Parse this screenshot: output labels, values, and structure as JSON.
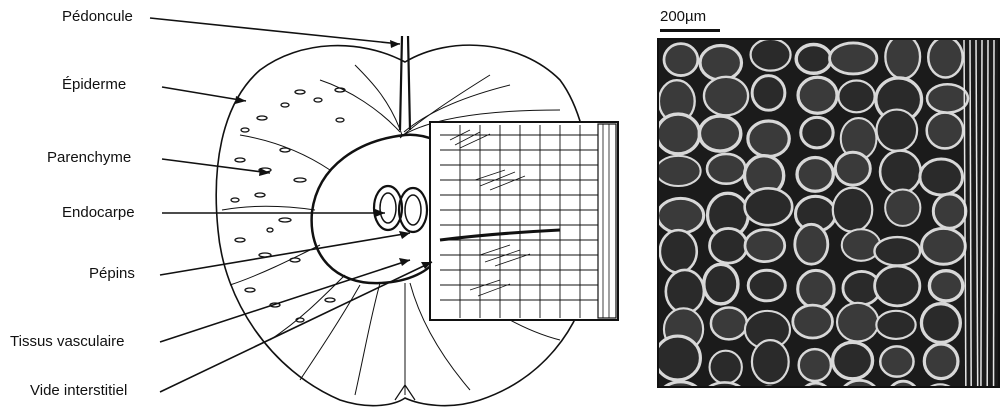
{
  "labels": {
    "pedoncule": "Pédoncule",
    "epiderme": "Épiderme",
    "parenchyme": "Parenchyme",
    "endocarpe": "Endocarpe",
    "pepins": "Pépins",
    "tissus": "Tissus vasculaire",
    "vide": "Vide interstitiel"
  },
  "scale_label": "200µm"
}
